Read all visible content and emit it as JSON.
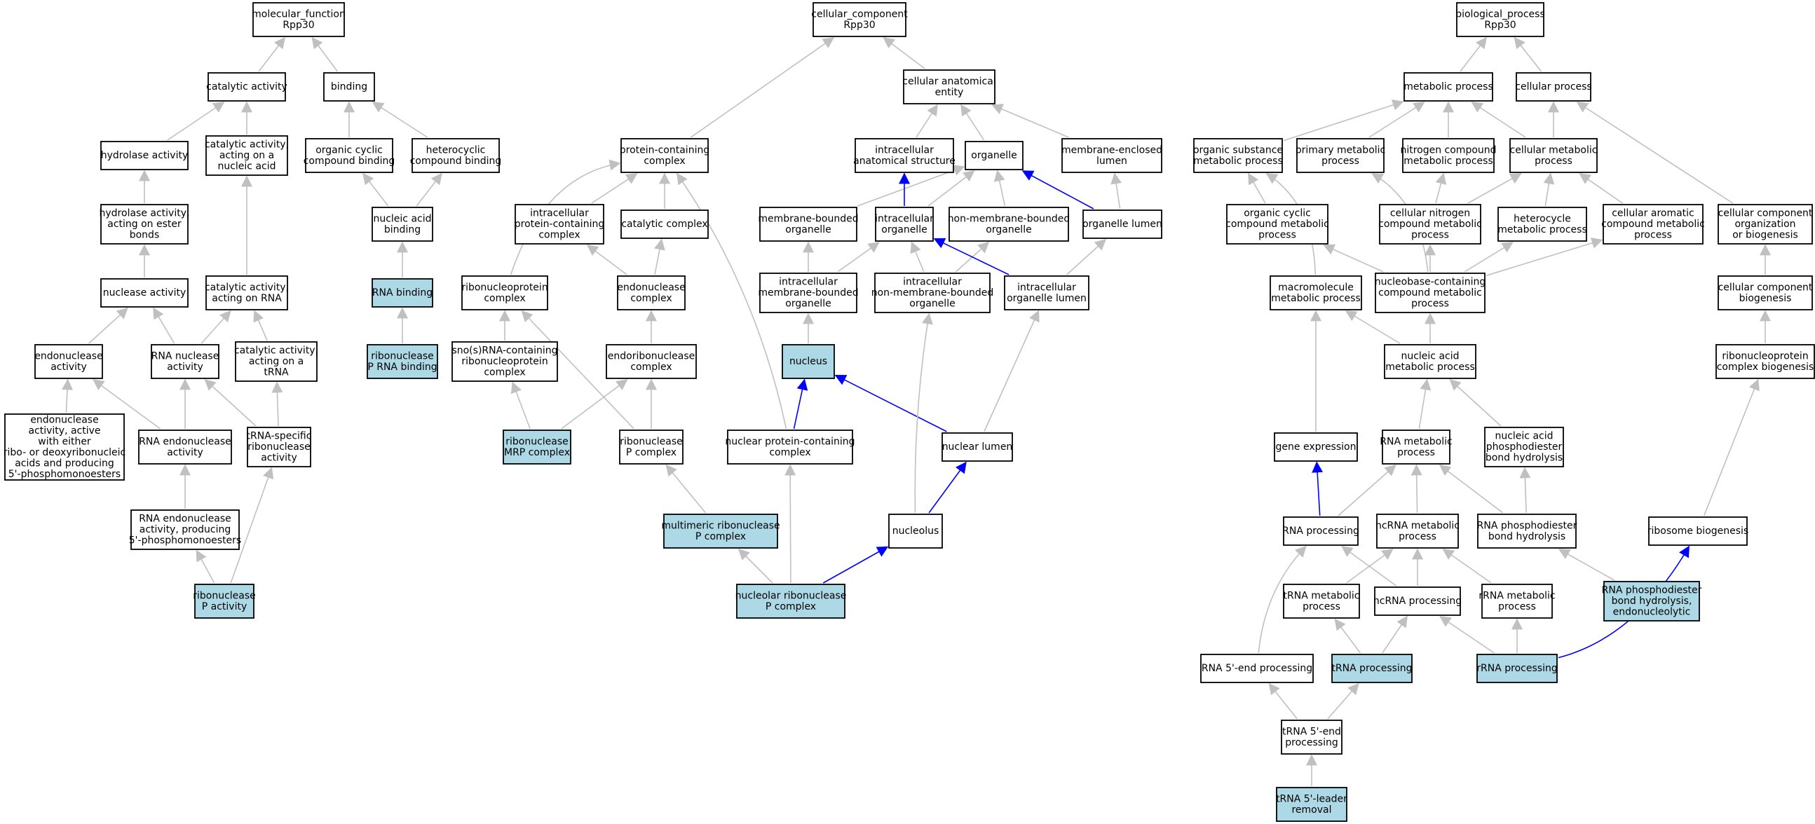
{
  "colors": {
    "default_fill": "#ffffff",
    "highlight_fill": "#add8e6",
    "gray_edge": "#c0c0c0",
    "blue_edge": "#0000ff"
  },
  "nodes": [
    {
      "id": "mf",
      "lines": [
        "molecular_function",
        "Rpp30"
      ],
      "hl": false
    },
    {
      "id": "ca",
      "lines": [
        "catalytic activity"
      ],
      "hl": false
    },
    {
      "id": "bind",
      "lines": [
        "binding"
      ],
      "hl": false
    },
    {
      "id": "ha",
      "lines": [
        "hydrolase activity"
      ],
      "hl": false
    },
    {
      "id": "cana",
      "lines": [
        "catalytic activity,",
        "acting on a",
        "nucleic acid"
      ],
      "hl": false
    },
    {
      "id": "ocb",
      "lines": [
        "organic cyclic",
        "compound binding"
      ],
      "hl": false
    },
    {
      "id": "hcb",
      "lines": [
        "heterocyclic",
        "compound binding"
      ],
      "hl": false
    },
    {
      "id": "haes",
      "lines": [
        "hydrolase activity,",
        "acting on ester",
        "bonds"
      ],
      "hl": false
    },
    {
      "id": "nab",
      "lines": [
        "nucleic acid",
        "binding"
      ],
      "hl": false
    },
    {
      "id": "na",
      "lines": [
        "nuclease activity"
      ],
      "hl": false
    },
    {
      "id": "carna",
      "lines": [
        "catalytic activity,",
        "acting on RNA"
      ],
      "hl": false
    },
    {
      "id": "rnab",
      "lines": [
        "RNA binding"
      ],
      "hl": true
    },
    {
      "id": "ena",
      "lines": [
        "endonuclease",
        "activity"
      ],
      "hl": false
    },
    {
      "id": "rnana",
      "lines": [
        "RNA nuclease",
        "activity"
      ],
      "hl": false
    },
    {
      "id": "catrna",
      "lines": [
        "catalytic activity,",
        "acting on a",
        "tRNA"
      ],
      "hl": false
    },
    {
      "id": "rprnab",
      "lines": [
        "ribonuclease",
        "P RNA binding"
      ],
      "hl": true
    },
    {
      "id": "enaeither",
      "lines": [
        "endonuclease",
        "activity, active",
        "with either",
        "ribo- or deoxyribonucleic",
        "acids and producing",
        "5'-phosphomonoesters"
      ],
      "hl": false
    },
    {
      "id": "rnaena",
      "lines": [
        "RNA endonuclease",
        "activity"
      ],
      "hl": false
    },
    {
      "id": "trnasr",
      "lines": [
        "tRNA-specific",
        "ribonuclease",
        "activity"
      ],
      "hl": false
    },
    {
      "id": "rnaenap",
      "lines": [
        "RNA endonuclease",
        "activity, producing",
        "5'-phosphomonoesters"
      ],
      "hl": false
    },
    {
      "id": "rpa",
      "lines": [
        "ribonuclease",
        "P activity"
      ],
      "hl": true
    },
    {
      "id": "cc",
      "lines": [
        "cellular_component",
        "Rpp30"
      ],
      "hl": false
    },
    {
      "id": "cae",
      "lines": [
        "cellular anatomical",
        "entity"
      ],
      "hl": false
    },
    {
      "id": "pcc",
      "lines": [
        "protein-containing",
        "complex"
      ],
      "hl": false
    },
    {
      "id": "ias",
      "lines": [
        "intracellular",
        "anatomical structure"
      ],
      "hl": false
    },
    {
      "id": "org",
      "lines": [
        "organelle"
      ],
      "hl": false
    },
    {
      "id": "mel",
      "lines": [
        "membrane-enclosed",
        "lumen"
      ],
      "hl": false
    },
    {
      "id": "ipcc",
      "lines": [
        "intracellular",
        "protein-containing",
        "complex"
      ],
      "hl": false
    },
    {
      "id": "catc",
      "lines": [
        "catalytic complex"
      ],
      "hl": false
    },
    {
      "id": "mbo",
      "lines": [
        "membrane-bounded",
        "organelle"
      ],
      "hl": false
    },
    {
      "id": "io",
      "lines": [
        "intracellular",
        "organelle"
      ],
      "hl": false
    },
    {
      "id": "nmbo",
      "lines": [
        "non-membrane-bounded",
        "organelle"
      ],
      "hl": false
    },
    {
      "id": "ol",
      "lines": [
        "organelle lumen"
      ],
      "hl": false
    },
    {
      "id": "rnpc",
      "lines": [
        "ribonucleoprotein",
        "complex"
      ],
      "hl": false
    },
    {
      "id": "enc",
      "lines": [
        "endonuclease",
        "complex"
      ],
      "hl": false
    },
    {
      "id": "imbo",
      "lines": [
        "intracellular",
        "membrane-bounded",
        "organelle"
      ],
      "hl": false
    },
    {
      "id": "inmbo",
      "lines": [
        "intracellular",
        "non-membrane-bounded",
        "organelle"
      ],
      "hl": false
    },
    {
      "id": "iol",
      "lines": [
        "intracellular",
        "organelle lumen"
      ],
      "hl": false
    },
    {
      "id": "sno",
      "lines": [
        "sno(s)RNA-containing",
        "ribonucleoprotein",
        "complex"
      ],
      "hl": false
    },
    {
      "id": "erc",
      "lines": [
        "endoribonuclease",
        "complex"
      ],
      "hl": false
    },
    {
      "id": "nuc",
      "lines": [
        "nucleus"
      ],
      "hl": true
    },
    {
      "id": "rmrp",
      "lines": [
        "ribonuclease",
        "MRP complex"
      ],
      "hl": true
    },
    {
      "id": "rpc",
      "lines": [
        "ribonuclease",
        "P complex"
      ],
      "hl": false
    },
    {
      "id": "npcc",
      "lines": [
        "nuclear protein-containing",
        "complex"
      ],
      "hl": false
    },
    {
      "id": "nl",
      "lines": [
        "nuclear lumen"
      ],
      "hl": false
    },
    {
      "id": "mrpc",
      "lines": [
        "multimeric ribonuclease",
        "P complex"
      ],
      "hl": true
    },
    {
      "id": "nucl",
      "lines": [
        "nucleolus"
      ],
      "hl": false
    },
    {
      "id": "nrpc",
      "lines": [
        "nucleolar ribonuclease",
        "P complex"
      ],
      "hl": true
    },
    {
      "id": "bp",
      "lines": [
        "biological_process",
        "Rpp30"
      ],
      "hl": false
    },
    {
      "id": "mp",
      "lines": [
        "metabolic process"
      ],
      "hl": false
    },
    {
      "id": "cp",
      "lines": [
        "cellular process"
      ],
      "hl": false
    },
    {
      "id": "osmp",
      "lines": [
        "organic substance",
        "metabolic process"
      ],
      "hl": false
    },
    {
      "id": "pmp",
      "lines": [
        "primary metabolic",
        "process"
      ],
      "hl": false
    },
    {
      "id": "ncmp",
      "lines": [
        "nitrogen compound",
        "metabolic process"
      ],
      "hl": false
    },
    {
      "id": "cmp",
      "lines": [
        "cellular metabolic",
        "process"
      ],
      "hl": false
    },
    {
      "id": "occmp",
      "lines": [
        "organic cyclic",
        "compound metabolic",
        "process"
      ],
      "hl": false
    },
    {
      "id": "cncmp",
      "lines": [
        "cellular nitrogen",
        "compound metabolic",
        "process"
      ],
      "hl": false
    },
    {
      "id": "hmp",
      "lines": [
        "heterocycle",
        "metabolic process"
      ],
      "hl": false
    },
    {
      "id": "cacmp",
      "lines": [
        "cellular aromatic",
        "compound metabolic",
        "process"
      ],
      "hl": false
    },
    {
      "id": "ccob",
      "lines": [
        "cellular component",
        "organization",
        "or biogenesis"
      ],
      "hl": false
    },
    {
      "id": "mmp",
      "lines": [
        "macromolecule",
        "metabolic process"
      ],
      "hl": false
    },
    {
      "id": "nbcmp",
      "lines": [
        "nucleobase-containing",
        "compound metabolic",
        "process"
      ],
      "hl": false
    },
    {
      "id": "ccb",
      "lines": [
        "cellular component",
        "biogenesis"
      ],
      "hl": false
    },
    {
      "id": "namp",
      "lines": [
        "nucleic acid",
        "metabolic process"
      ],
      "hl": false
    },
    {
      "id": "rnpcb",
      "lines": [
        "ribonucleoprotein",
        "complex biogenesis"
      ],
      "hl": false
    },
    {
      "id": "ge",
      "lines": [
        "gene expression"
      ],
      "hl": false
    },
    {
      "id": "rnamp",
      "lines": [
        "RNA metabolic",
        "process"
      ],
      "hl": false
    },
    {
      "id": "napbh",
      "lines": [
        "nucleic acid",
        "phosphodiester",
        "bond hydrolysis"
      ],
      "hl": false
    },
    {
      "id": "rnap",
      "lines": [
        "RNA processing"
      ],
      "hl": false
    },
    {
      "id": "ncrnamp",
      "lines": [
        "ncRNA metabolic",
        "process"
      ],
      "hl": false
    },
    {
      "id": "rnapbh",
      "lines": [
        "RNA phosphodiester",
        "bond hydrolysis"
      ],
      "hl": false
    },
    {
      "id": "rb",
      "lines": [
        "ribosome biogenesis"
      ],
      "hl": false
    },
    {
      "id": "trnamp",
      "lines": [
        "tRNA metabolic",
        "process"
      ],
      "hl": false
    },
    {
      "id": "ncrnap",
      "lines": [
        "ncRNA processing"
      ],
      "hl": false
    },
    {
      "id": "rrnamp",
      "lines": [
        "rRNA metabolic",
        "process"
      ],
      "hl": false
    },
    {
      "id": "rnapbhe",
      "lines": [
        "RNA phosphodiester",
        "bond hydrolysis,",
        "endonucleolytic"
      ],
      "hl": true
    },
    {
      "id": "rna5p",
      "lines": [
        "RNA 5'-end processing"
      ],
      "hl": false
    },
    {
      "id": "trnap",
      "lines": [
        "tRNA processing"
      ],
      "hl": true
    },
    {
      "id": "rrnap",
      "lines": [
        "rRNA processing"
      ],
      "hl": true
    },
    {
      "id": "trna5p",
      "lines": [
        "tRNA 5'-end",
        "processing"
      ],
      "hl": false
    },
    {
      "id": "trna5lr",
      "lines": [
        "tRNA 5'-leader",
        "removal"
      ],
      "hl": true
    }
  ],
  "edges": [
    {
      "from": "ca",
      "to": "mf",
      "color": "gray"
    },
    {
      "from": "bind",
      "to": "mf",
      "color": "gray"
    },
    {
      "from": "ha",
      "to": "ca",
      "color": "gray"
    },
    {
      "from": "cana",
      "to": "ca",
      "color": "gray"
    },
    {
      "from": "ocb",
      "to": "bind",
      "color": "gray"
    },
    {
      "from": "hcb",
      "to": "bind",
      "color": "gray"
    },
    {
      "from": "haes",
      "to": "ha",
      "color": "gray"
    },
    {
      "from": "nab",
      "to": "ocb",
      "color": "gray"
    },
    {
      "from": "nab",
      "to": "hcb",
      "color": "gray"
    },
    {
      "from": "na",
      "to": "haes",
      "color": "gray"
    },
    {
      "from": "carna",
      "to": "cana",
      "color": "gray"
    },
    {
      "from": "rnab",
      "to": "nab",
      "color": "gray"
    },
    {
      "from": "ena",
      "to": "na",
      "color": "gray"
    },
    {
      "from": "rnana",
      "to": "na",
      "color": "gray"
    },
    {
      "from": "rnana",
      "to": "carna",
      "color": "gray"
    },
    {
      "from": "catrna",
      "to": "carna",
      "color": "gray"
    },
    {
      "from": "rprnab",
      "to": "rnab",
      "color": "gray"
    },
    {
      "from": "enaeither",
      "to": "ena",
      "color": "gray"
    },
    {
      "from": "rnaena",
      "to": "ena",
      "color": "gray"
    },
    {
      "from": "rnaena",
      "to": "rnana",
      "color": "gray"
    },
    {
      "from": "trnasr",
      "to": "rnana",
      "color": "gray"
    },
    {
      "from": "trnasr",
      "to": "catrna",
      "color": "gray"
    },
    {
      "from": "rnaenap",
      "to": "rnaena",
      "color": "gray"
    },
    {
      "from": "rpa",
      "to": "rnaenap",
      "color": "gray"
    },
    {
      "from": "rpa",
      "to": "trnasr",
      "color": "gray"
    },
    {
      "from": "pcc",
      "to": "cc",
      "color": "gray"
    },
    {
      "from": "cae",
      "to": "cc",
      "color": "gray"
    },
    {
      "from": "ias",
      "to": "cae",
      "color": "gray"
    },
    {
      "from": "org",
      "to": "cae",
      "color": "gray"
    },
    {
      "from": "mel",
      "to": "cae",
      "color": "gray"
    },
    {
      "from": "ipcc",
      "to": "pcc",
      "color": "gray"
    },
    {
      "from": "catc",
      "to": "pcc",
      "color": "gray"
    },
    {
      "from": "rnpc",
      "to": "pcc",
      "color": "gray",
      "bend": -60
    },
    {
      "from": "npcc",
      "to": "pcc",
      "color": "gray",
      "bend": 30
    },
    {
      "from": "mbo",
      "to": "org",
      "color": "gray"
    },
    {
      "from": "io",
      "to": "ias",
      "color": "blue"
    },
    {
      "from": "io",
      "to": "org",
      "color": "gray"
    },
    {
      "from": "nmbo",
      "to": "org",
      "color": "gray"
    },
    {
      "from": "ol",
      "to": "org",
      "color": "blue"
    },
    {
      "from": "ol",
      "to": "mel",
      "color": "gray"
    },
    {
      "from": "enc",
      "to": "ipcc",
      "color": "gray"
    },
    {
      "from": "enc",
      "to": "catc",
      "color": "gray"
    },
    {
      "from": "imbo",
      "to": "mbo",
      "color": "gray"
    },
    {
      "from": "imbo",
      "to": "io",
      "color": "gray"
    },
    {
      "from": "inmbo",
      "to": "io",
      "color": "gray"
    },
    {
      "from": "inmbo",
      "to": "nmbo",
      "color": "gray"
    },
    {
      "from": "iol",
      "to": "io",
      "color": "blue"
    },
    {
      "from": "iol",
      "to": "ol",
      "color": "gray"
    },
    {
      "from": "sno",
      "to": "rnpc",
      "color": "gray"
    },
    {
      "from": "erc",
      "to": "enc",
      "color": "gray"
    },
    {
      "from": "nuc",
      "to": "imbo",
      "color": "gray"
    },
    {
      "from": "rmrp",
      "to": "sno",
      "color": "gray"
    },
    {
      "from": "rmrp",
      "to": "erc",
      "color": "gray"
    },
    {
      "from": "rpc",
      "to": "rnpc",
      "color": "gray"
    },
    {
      "from": "rpc",
      "to": "erc",
      "color": "gray"
    },
    {
      "from": "npcc",
      "to": "nuc",
      "color": "blue"
    },
    {
      "from": "nl",
      "to": "nuc",
      "color": "blue"
    },
    {
      "from": "nl",
      "to": "iol",
      "color": "gray"
    },
    {
      "from": "mrpc",
      "to": "rpc",
      "color": "gray"
    },
    {
      "from": "nucl",
      "to": "nl",
      "color": "blue"
    },
    {
      "from": "nucl",
      "to": "inmbo",
      "color": "gray",
      "bend": -10
    },
    {
      "from": "nrpc",
      "to": "mrpc",
      "color": "gray"
    },
    {
      "from": "nrpc",
      "to": "npcc",
      "color": "gray"
    },
    {
      "from": "nrpc",
      "to": "nucl",
      "color": "blue"
    },
    {
      "from": "mp",
      "to": "bp",
      "color": "gray"
    },
    {
      "from": "cp",
      "to": "bp",
      "color": "gray"
    },
    {
      "from": "osmp",
      "to": "mp",
      "color": "gray"
    },
    {
      "from": "pmp",
      "to": "mp",
      "color": "gray"
    },
    {
      "from": "ncmp",
      "to": "mp",
      "color": "gray"
    },
    {
      "from": "cmp",
      "to": "mp",
      "color": "gray"
    },
    {
      "from": "cmp",
      "to": "cp",
      "color": "gray"
    },
    {
      "from": "occmp",
      "to": "osmp",
      "color": "gray"
    },
    {
      "from": "cncmp",
      "to": "ncmp",
      "color": "gray"
    },
    {
      "from": "cncmp",
      "to": "cmp",
      "color": "gray"
    },
    {
      "from": "hmp",
      "to": "cmp",
      "color": "gray"
    },
    {
      "from": "cacmp",
      "to": "cmp",
      "color": "gray"
    },
    {
      "from": "ccob",
      "to": "cp",
      "color": "gray"
    },
    {
      "from": "mmp",
      "to": "osmp",
      "color": "gray",
      "bend": 40
    },
    {
      "from": "nbcmp",
      "to": "pmp",
      "color": "gray",
      "bend": 40
    },
    {
      "from": "nbcmp",
      "to": "occmp",
      "color": "gray"
    },
    {
      "from": "nbcmp",
      "to": "cncmp",
      "color": "gray"
    },
    {
      "from": "nbcmp",
      "to": "hmp",
      "color": "gray"
    },
    {
      "from": "nbcmp",
      "to": "cacmp",
      "color": "gray"
    },
    {
      "from": "ccb",
      "to": "ccob",
      "color": "gray"
    },
    {
      "from": "namp",
      "to": "mmp",
      "color": "gray"
    },
    {
      "from": "namp",
      "to": "nbcmp",
      "color": "gray"
    },
    {
      "from": "rnpcb",
      "to": "ccb",
      "color": "gray"
    },
    {
      "from": "ge",
      "to": "mmp",
      "color": "gray"
    },
    {
      "from": "rnamp",
      "to": "namp",
      "color": "gray"
    },
    {
      "from": "napbh",
      "to": "namp",
      "color": "gray"
    },
    {
      "from": "rnap",
      "to": "ge",
      "color": "blue"
    },
    {
      "from": "rnap",
      "to": "rnamp",
      "color": "gray"
    },
    {
      "from": "ncrnamp",
      "to": "rnamp",
      "color": "gray"
    },
    {
      "from": "rnapbh",
      "to": "rnamp",
      "color": "gray"
    },
    {
      "from": "rnapbh",
      "to": "napbh",
      "color": "gray"
    },
    {
      "from": "rb",
      "to": "rnpcb",
      "color": "gray"
    },
    {
      "from": "trnamp",
      "to": "ncrnamp",
      "color": "gray"
    },
    {
      "from": "ncrnap",
      "to": "rnap",
      "color": "gray"
    },
    {
      "from": "ncrnap",
      "to": "ncrnamp",
      "color": "gray"
    },
    {
      "from": "rrnamp",
      "to": "ncrnamp",
      "color": "gray"
    },
    {
      "from": "rnapbhe",
      "to": "rnapbh",
      "color": "gray"
    },
    {
      "from": "rna5p",
      "to": "rnap",
      "color": "gray",
      "bend": -25
    },
    {
      "from": "trnap",
      "to": "trnamp",
      "color": "gray"
    },
    {
      "from": "trnap",
      "to": "ncrnap",
      "color": "gray"
    },
    {
      "from": "rrnap",
      "to": "ncrnap",
      "color": "gray"
    },
    {
      "from": "rrnap",
      "to": "rrnamp",
      "color": "gray"
    },
    {
      "from": "rrnap",
      "to": "rb",
      "color": "blue",
      "bend": 45
    },
    {
      "from": "trna5p",
      "to": "rna5p",
      "color": "gray"
    },
    {
      "from": "trna5p",
      "to": "trnap",
      "color": "gray"
    },
    {
      "from": "trna5lr",
      "to": "trna5p",
      "color": "gray"
    }
  ]
}
